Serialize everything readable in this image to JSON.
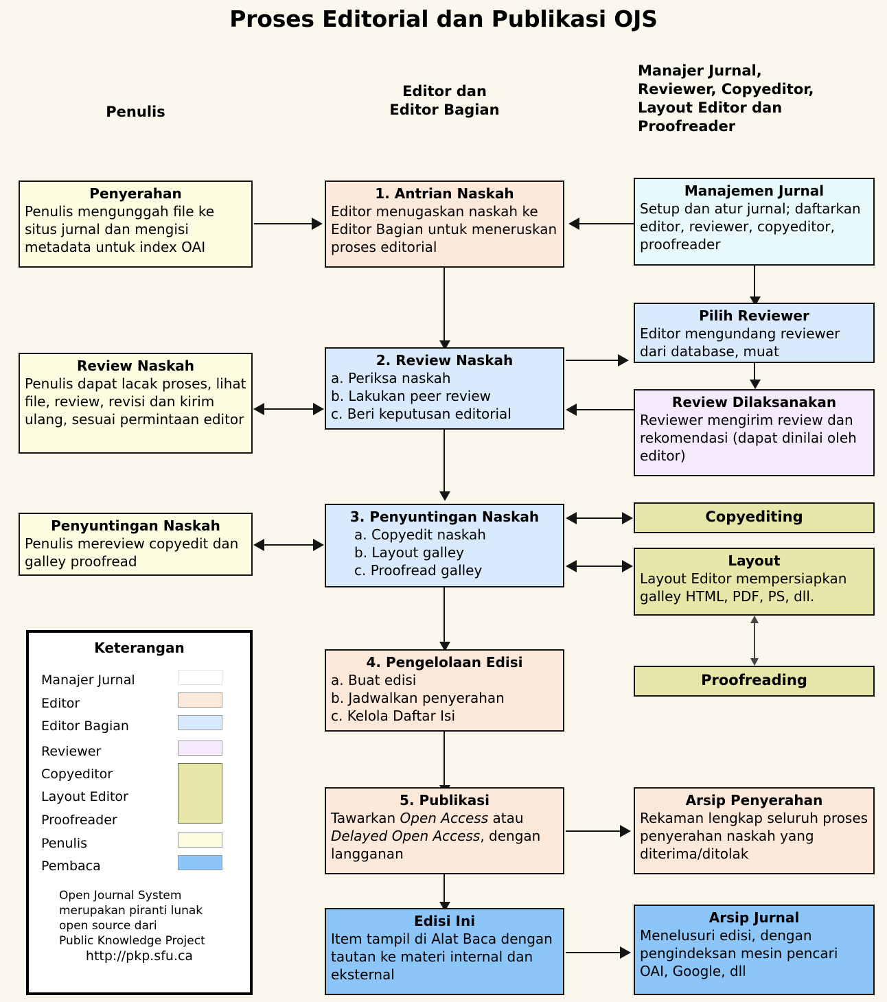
{
  "title": "Proses Editorial dan Publikasi OJS",
  "columns": {
    "left": "Penulis",
    "middle": "Editor dan\nEditor Bagian",
    "right": "Manajer Jurnal,\nReviewer, Copyeditor,\nLayout Editor dan\nProofreader"
  },
  "colors": {
    "background": "#faf8ec",
    "author": "#fcfce0",
    "editor": "#fde9da",
    "section_editor": "#d9eafc",
    "journal_manager": "#e8f9fb",
    "reviewer": "#f4eafb",
    "production": "#e6e6a8",
    "reader": "#8cc6f8",
    "border": "#151515"
  },
  "boxes": {
    "penyerahan": {
      "title": "Penyerahan",
      "body": "Penulis mengunggah file ke situs jurnal dan mengisi metadata untuk index OAI"
    },
    "antrian": {
      "title": "1. Antrian Naskah",
      "body": "Editor menugaskan naskah ke Editor Bagian untuk meneruskan proses editorial"
    },
    "manajemen": {
      "title": "Manajemen Jurnal",
      "body": "Setup dan atur jurnal; daftarkan editor, reviewer, copyeditor, proofreader"
    },
    "review_naskah_penulis": {
      "title": "Review Naskah",
      "body": "Penulis dapat lacak proses, lihat file, review, revisi dan kirim ulang, sesuai permintaan editor"
    },
    "review_naskah": {
      "title": "2. Review Naskah",
      "body": "a. Periksa naskah\nb. Lakukan peer review\nc. Beri keputusan editorial"
    },
    "pilih_reviewer": {
      "title": "Pilih Reviewer",
      "body": "Editor mengundang reviewer dari database, muat"
    },
    "review_dilaksanakan": {
      "title": "Review Dilaksanakan",
      "body": "Reviewer mengirim review dan rekomendasi (dapat dinilai oleh editor)"
    },
    "penyuntingan_penulis": {
      "title": "Penyuntingan Naskah",
      "body": "Penulis mereview copyedit dan galley proofread"
    },
    "penyuntingan": {
      "title": "3. Penyuntingan Naskah",
      "body": "a. Copyedit naskah\nb. Layout galley\nc. Proofread galley"
    },
    "copyediting": {
      "title": "Copyediting",
      "body": ""
    },
    "layout": {
      "title": "Layout",
      "body": "Layout Editor mempersiapkan galley HTML, PDF, PS, dll."
    },
    "proofreading": {
      "title": "Proofreading",
      "body": ""
    },
    "pengelolaan": {
      "title": "4. Pengelolaan Edisi",
      "body": "a. Buat edisi\nb. Jadwalkan penyerahan\nc. Kelola Daftar Isi"
    },
    "publikasi": {
      "title": "5. Publikasi",
      "body_parts": [
        "Tawarkan ",
        "Open Access",
        " atau ",
        "Delayed Open Access",
        ", dengan langganan"
      ]
    },
    "arsip_penyerahan": {
      "title": "Arsip Penyerahan",
      "body": "Rekaman lengkap seluruh proses penyerahan naskah yang diterima/ditolak"
    },
    "edisi_ini": {
      "title": "Edisi Ini",
      "body": "Item tampil di Alat Baca dengan tautan ke materi internal dan eksternal"
    },
    "arsip_jurnal": {
      "title": "Arsip Jurnal",
      "body": "Menelusuri edisi, dengan pengindeksan mesin pencari OAI, Google, dll"
    }
  },
  "legend": {
    "title": "Keterangan",
    "items": [
      {
        "label": "Manajer Jurnal",
        "color": "#e8f9fb"
      },
      {
        "label": "Editor",
        "color": "#fde9da"
      },
      {
        "label": "Editor Bagian",
        "color": "#d9eafc"
      },
      {
        "label": "Reviewer",
        "color": "#f4eafb"
      },
      {
        "label": "Copyeditor",
        "color": "#e6e6a8"
      },
      {
        "label": "Layout Editor",
        "color": "#e6e6a8"
      },
      {
        "label": "Proofreader",
        "color": "#e6e6a8"
      },
      {
        "label": "Penulis",
        "color": "#fcfce0"
      },
      {
        "label": "Pembaca",
        "color": "#8cc6f8"
      }
    ],
    "note": "Open Journal System\nmerupakan piranti lunak\nopen source dari\nPublic Knowledge Project",
    "url": "http://pkp.sfu.ca"
  }
}
